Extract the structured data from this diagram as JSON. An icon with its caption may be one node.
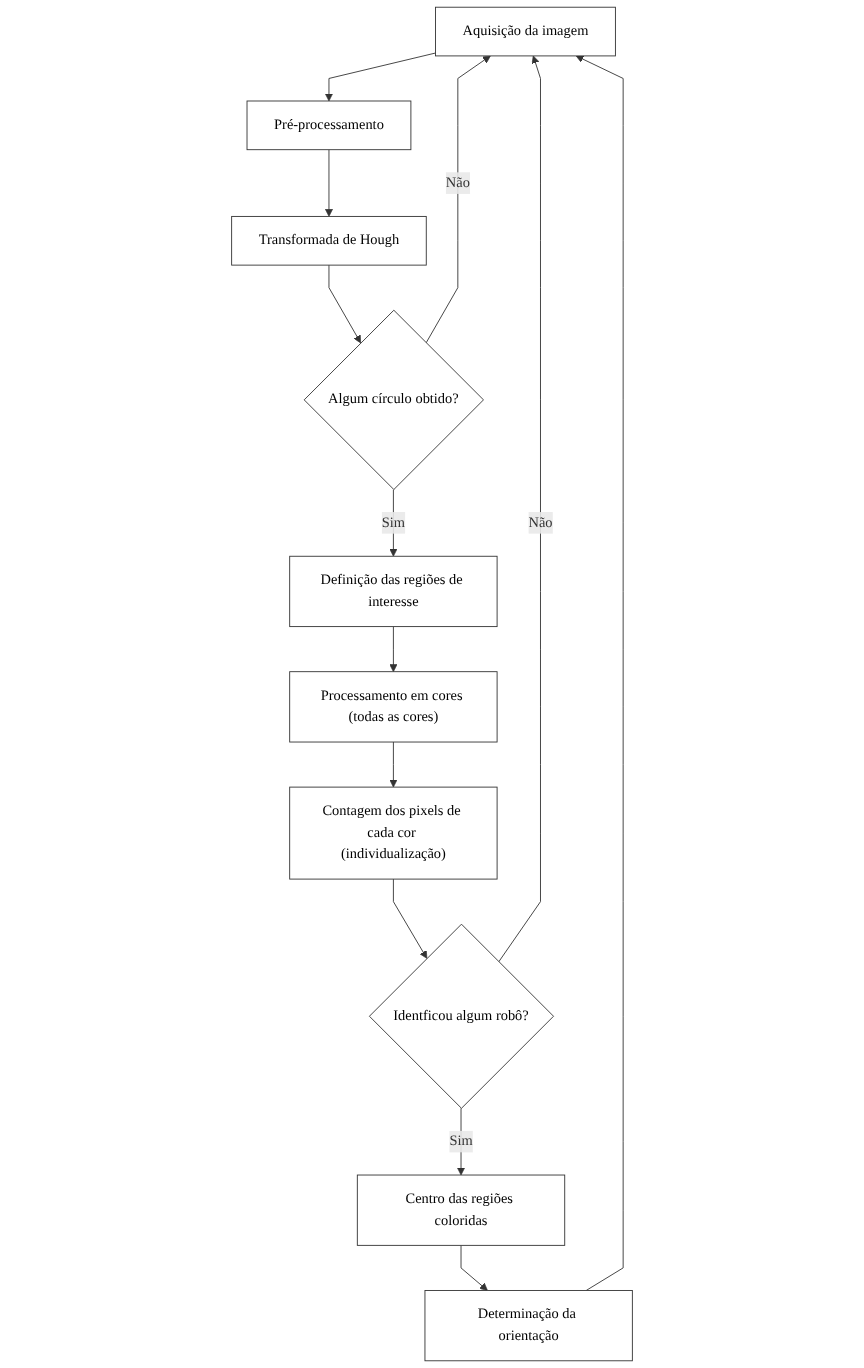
{
  "diagram": {
    "nodes": [
      {
        "text": [
          "Aquisição da imagem"
        ]
      },
      {
        "text": [
          "Pré-processamento"
        ]
      },
      {
        "text": [
          "Transformada de Hough"
        ]
      },
      {
        "text": [
          "Algum círculo obtido?"
        ]
      },
      {
        "text": [
          "Definição das regiões de interesse"
        ]
      },
      {
        "text": [
          "Processamento em cores (todas as cores)"
        ]
      },
      {
        "text": [
          "Contagem dos pixels de cada cor (individualização)"
        ]
      },
      {
        "text": [
          "Identficou algum robô?"
        ]
      },
      {
        "text": [
          "Centro das regiões coloridas"
        ]
      },
      {
        "text": [
          "Determinação da orientação"
        ]
      }
    ],
    "edges": [
      {
        "from": 0,
        "to": 1,
        "arrow": "to"
      },
      {
        "from": 1,
        "to": 2,
        "arrow": "to"
      },
      {
        "from": 2,
        "to": 3,
        "arrow": "to"
      },
      {
        "from": 3,
        "to": 4,
        "arrow": "to",
        "label": "Sim"
      },
      {
        "from": 3,
        "to": 0,
        "arrow": "to",
        "label": "Não"
      },
      {
        "from": 4,
        "to": 5,
        "arrow": "to"
      },
      {
        "from": 5,
        "to": 6,
        "arrow": "to"
      },
      {
        "from": 6,
        "to": 7,
        "arrow": "to"
      },
      {
        "from": 7,
        "to": 8,
        "arrow": "to",
        "label": "Sim"
      },
      {
        "from": 7,
        "to": 0,
        "arrow": "to",
        "label": "Não"
      },
      {
        "from": 8,
        "to": 9,
        "arrow": "to"
      },
      {
        "from": 9,
        "to": 0,
        "arrow": "to"
      }
    ]
  }
}
